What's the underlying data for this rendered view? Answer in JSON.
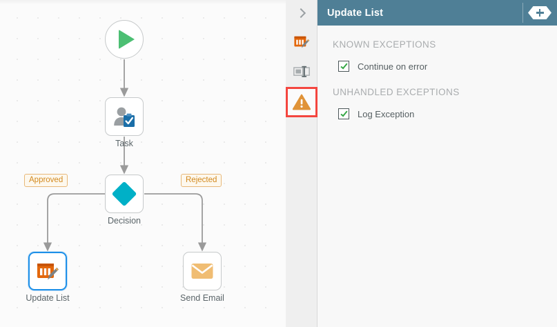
{
  "canvas": {
    "name": "workflow-canvas",
    "nodes": [
      {
        "id": "start",
        "type": "start-event",
        "label": "",
        "icon": "play-icon"
      },
      {
        "id": "task",
        "type": "user-task",
        "label": "Task",
        "icon": "user-task-icon"
      },
      {
        "id": "decision",
        "type": "decision",
        "label": "Decision",
        "icon": "diamond-icon"
      },
      {
        "id": "update-list",
        "type": "update-list",
        "label": "Update List",
        "icon": "update-list-icon",
        "selected": true
      },
      {
        "id": "send-email",
        "type": "send-email",
        "label": "Send Email",
        "icon": "envelope-icon"
      }
    ],
    "branch_labels": [
      {
        "id": "approved",
        "text": "Approved"
      },
      {
        "id": "rejected",
        "text": "Rejected"
      }
    ]
  },
  "icon_strip": {
    "expand_icon": "chevron-right-icon",
    "buttons": [
      {
        "id": "update-list-tab",
        "icon": "update-list-icon",
        "active": false
      },
      {
        "id": "properties-tab",
        "icon": "properties-icon",
        "active": false
      },
      {
        "id": "exceptions-tab",
        "icon": "warning-icon",
        "active": true
      }
    ]
  },
  "panel": {
    "title": "Update List",
    "add_button_label": "+",
    "add_button_icon": "plus-hexagon-icon",
    "sections": [
      {
        "id": "known-exceptions",
        "title": "KNOWN EXCEPTIONS",
        "options": [
          {
            "id": "continue-on-error",
            "label": "Continue on error",
            "checked": true
          }
        ]
      },
      {
        "id": "unhandled-exceptions",
        "title": "UNHANDLED EXCEPTIONS",
        "options": [
          {
            "id": "log-exception",
            "label": "Log Exception",
            "checked": true
          }
        ]
      }
    ]
  },
  "colors": {
    "header_bg": "#4f7f96",
    "accent_orange": "#e3670c",
    "decision_teal": "#00b0c7",
    "start_green": "#4cbf73",
    "selection_blue": "#1e90e8",
    "highlight_red": "#f4463f",
    "check_green": "#35a745",
    "branch_label": "#d3891e"
  }
}
